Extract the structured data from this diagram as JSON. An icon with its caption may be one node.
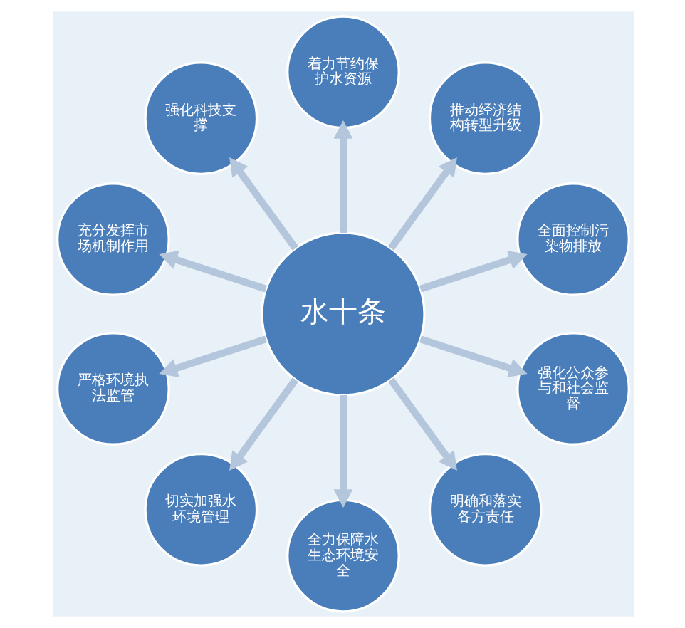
{
  "diagram": {
    "nodes": [
      {
        "text": [
          "水十条"
        ]
      },
      {
        "text": [
          "全面控制污染物排放"
        ]
      },
      {
        "text": [
          "推动经济结构转型升级"
        ]
      },
      {
        "text": [
          "着力节约保护水资源"
        ]
      },
      {
        "text": [
          "强化科技支撑"
        ]
      },
      {
        "text": [
          "充分发挥市场机制作用"
        ]
      },
      {
        "text": [
          "严格环境执法监管"
        ]
      },
      {
        "text": [
          "切实加强水环境管理"
        ]
      },
      {
        "text": [
          "全力保障水生态环境安全"
        ]
      },
      {
        "text": [
          "明确和落实各方责任"
        ]
      },
      {
        "text": [
          "强化公众参与和社会监督"
        ]
      }
    ],
    "edges": [
      {
        "from": 0,
        "to": 1,
        "arrow": "to"
      },
      {
        "from": 0,
        "to": 2,
        "arrow": "to"
      },
      {
        "from": 0,
        "to": 3,
        "arrow": "to"
      },
      {
        "from": 0,
        "to": 4,
        "arrow": "to"
      },
      {
        "from": 0,
        "to": 5,
        "arrow": "to"
      },
      {
        "from": 0,
        "to": 6,
        "arrow": "to"
      },
      {
        "from": 0,
        "to": 7,
        "arrow": "to"
      },
      {
        "from": 0,
        "to": 8,
        "arrow": "to"
      },
      {
        "from": 0,
        "to": 9,
        "arrow": "to"
      },
      {
        "from": 0,
        "to": 10,
        "arrow": "to"
      }
    ]
  }
}
